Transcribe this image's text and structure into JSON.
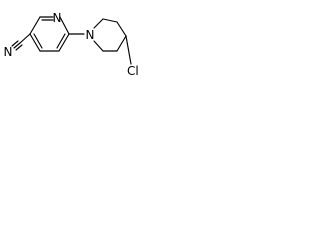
{
  "molecule": {
    "atoms": {
      "ring_nitrogen_pyridine": "N",
      "nitrile_nitrogen": "N",
      "piperidine_nitrogen": "N",
      "chlorine": "Cl"
    }
  }
}
